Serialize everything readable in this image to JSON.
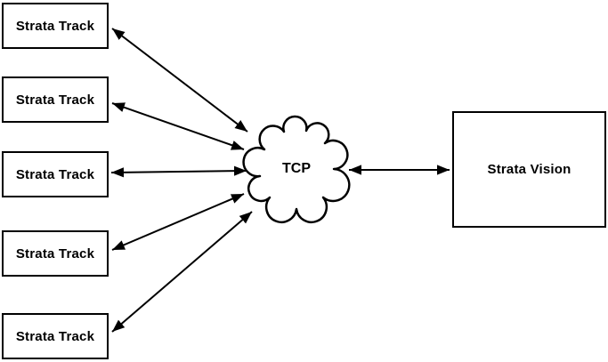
{
  "diagram": {
    "left_nodes": [
      {
        "label": "Strata Track"
      },
      {
        "label": "Strata Track"
      },
      {
        "label": "Strata Track"
      },
      {
        "label": "Strata Track"
      },
      {
        "label": "Strata Track"
      }
    ],
    "cloud": {
      "label": "TCP"
    },
    "right_node": {
      "label": "Strata Vision"
    },
    "connections": [
      {
        "from": "Strata Track 1",
        "to": "TCP",
        "type": "bidirectional"
      },
      {
        "from": "Strata Track 2",
        "to": "TCP",
        "type": "bidirectional"
      },
      {
        "from": "Strata Track 3",
        "to": "TCP",
        "type": "bidirectional"
      },
      {
        "from": "Strata Track 4",
        "to": "TCP",
        "type": "bidirectional"
      },
      {
        "from": "Strata Track 5",
        "to": "TCP",
        "type": "bidirectional"
      },
      {
        "from": "TCP",
        "to": "Strata Vision",
        "type": "bidirectional"
      }
    ],
    "colors": {
      "stroke": "#000000",
      "fill": "#ffffff",
      "background": "#ffffff",
      "text": "#000000"
    }
  }
}
